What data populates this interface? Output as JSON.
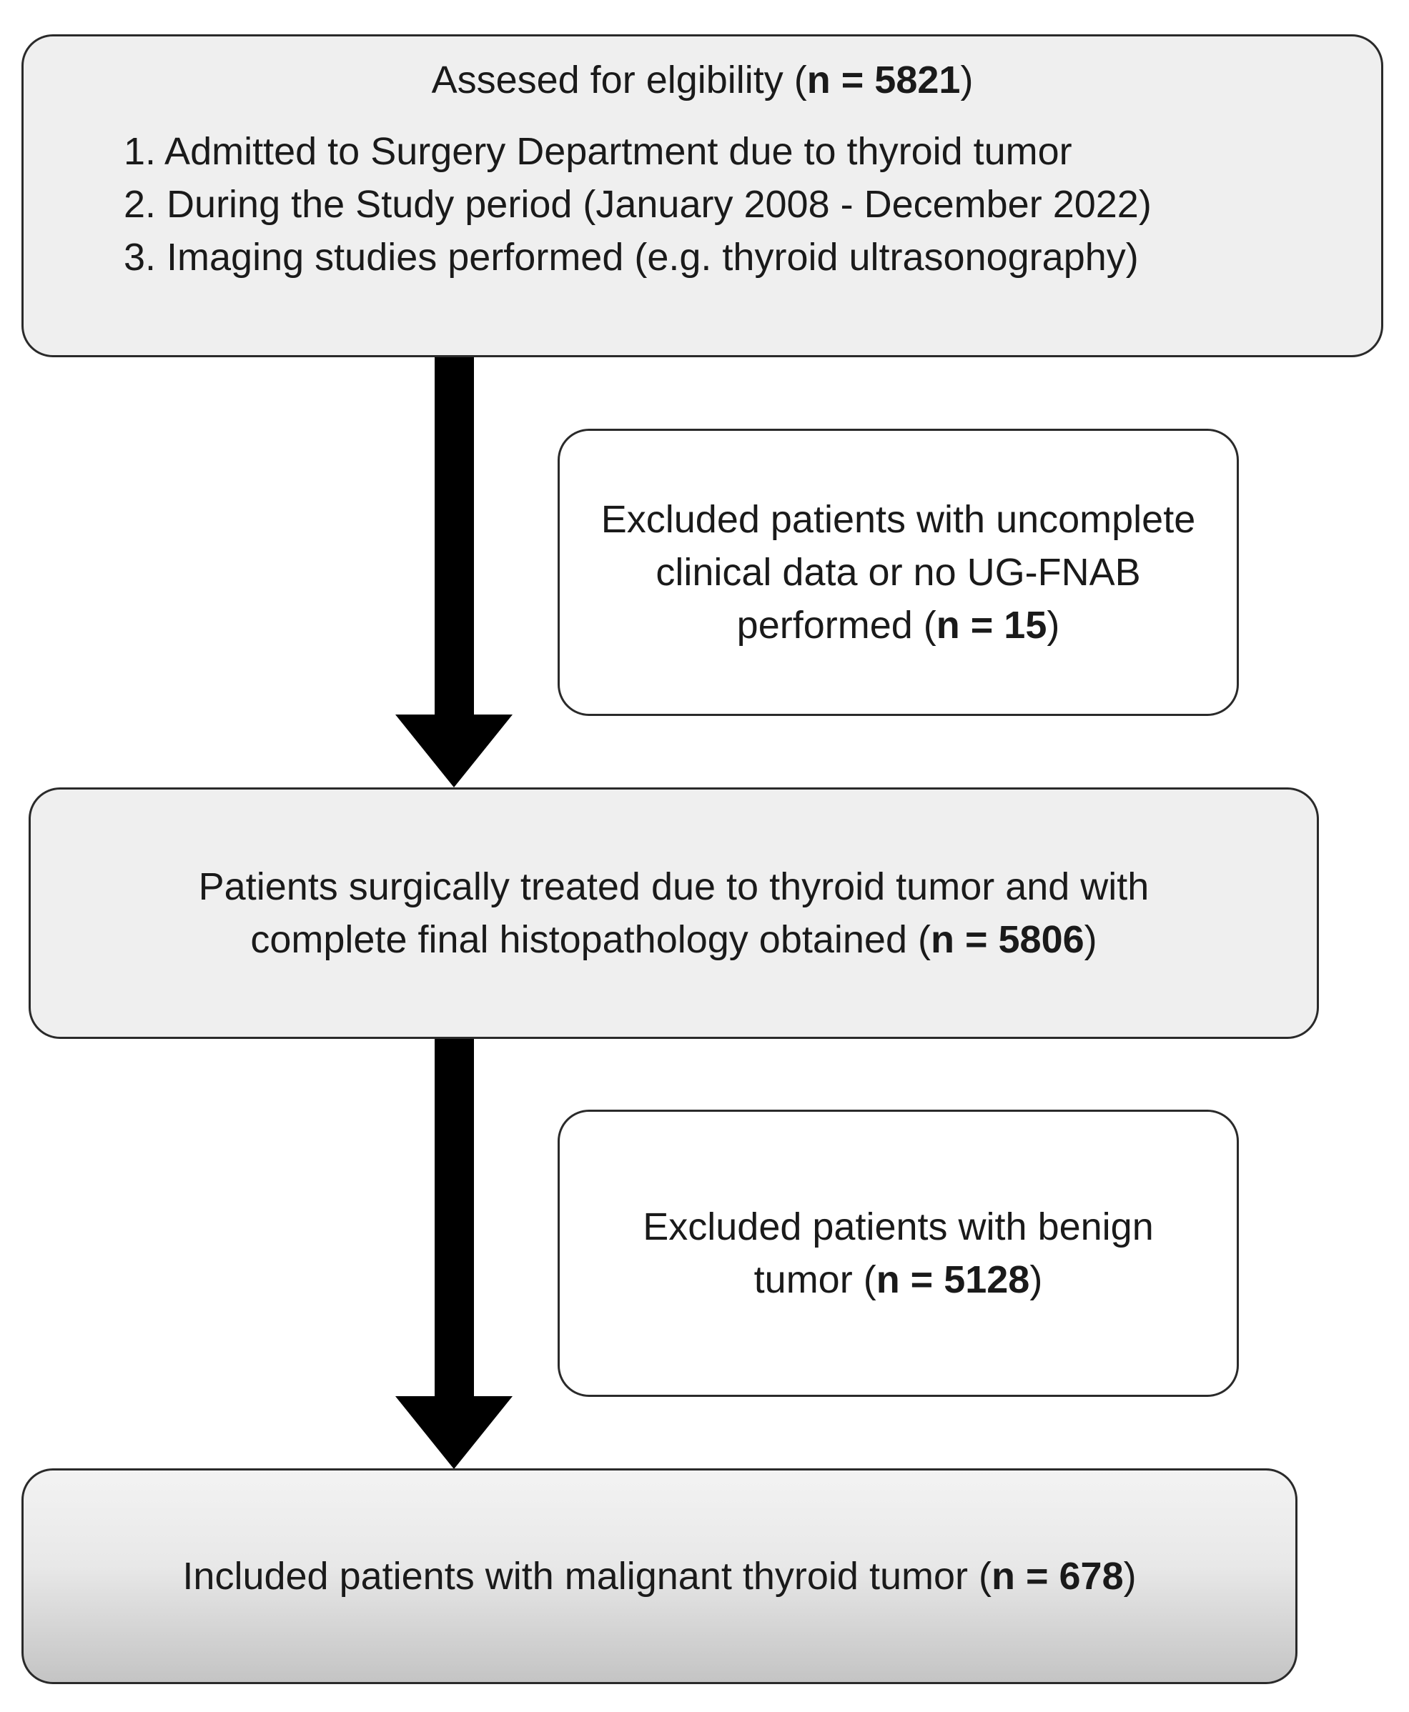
{
  "flow": {
    "eligibility": {
      "title_prefix": "Assesed for elgibility (",
      "title_count": "n = 5821",
      "title_suffix": ")",
      "criteria": [
        "1. Admitted to Surgery Department due to thyroid tumor",
        "2. During the Study period (January 2008 - December 2022)",
        "3. Imaging studies performed (e.g. thyroid ultrasonography)"
      ]
    },
    "excluded_1": {
      "line1": "Excluded patients with uncomplete",
      "line2": "clinical data or no UG-FNAB",
      "line3_prefix": "performed (",
      "line3_count": "n = 15",
      "line3_suffix": ")"
    },
    "surgical": {
      "line1": "Patients surgically treated due to thyroid tumor and with",
      "line2_prefix": "complete final histopathology obtained (",
      "line2_count": "n = 5806",
      "line2_suffix": ")"
    },
    "excluded_2": {
      "line1": "Excluded patients with benign",
      "line2_prefix": "tumor (",
      "line2_count": "n = 5128",
      "line2_suffix": ")"
    },
    "included": {
      "line1_prefix": "Included patients with malignant thyroid tumor (",
      "line1_count": "n = 678",
      "line1_suffix": ")"
    }
  },
  "colors": {
    "box_fill": "#efefef",
    "arrow": "#000000",
    "border": "#2a2a2a"
  }
}
